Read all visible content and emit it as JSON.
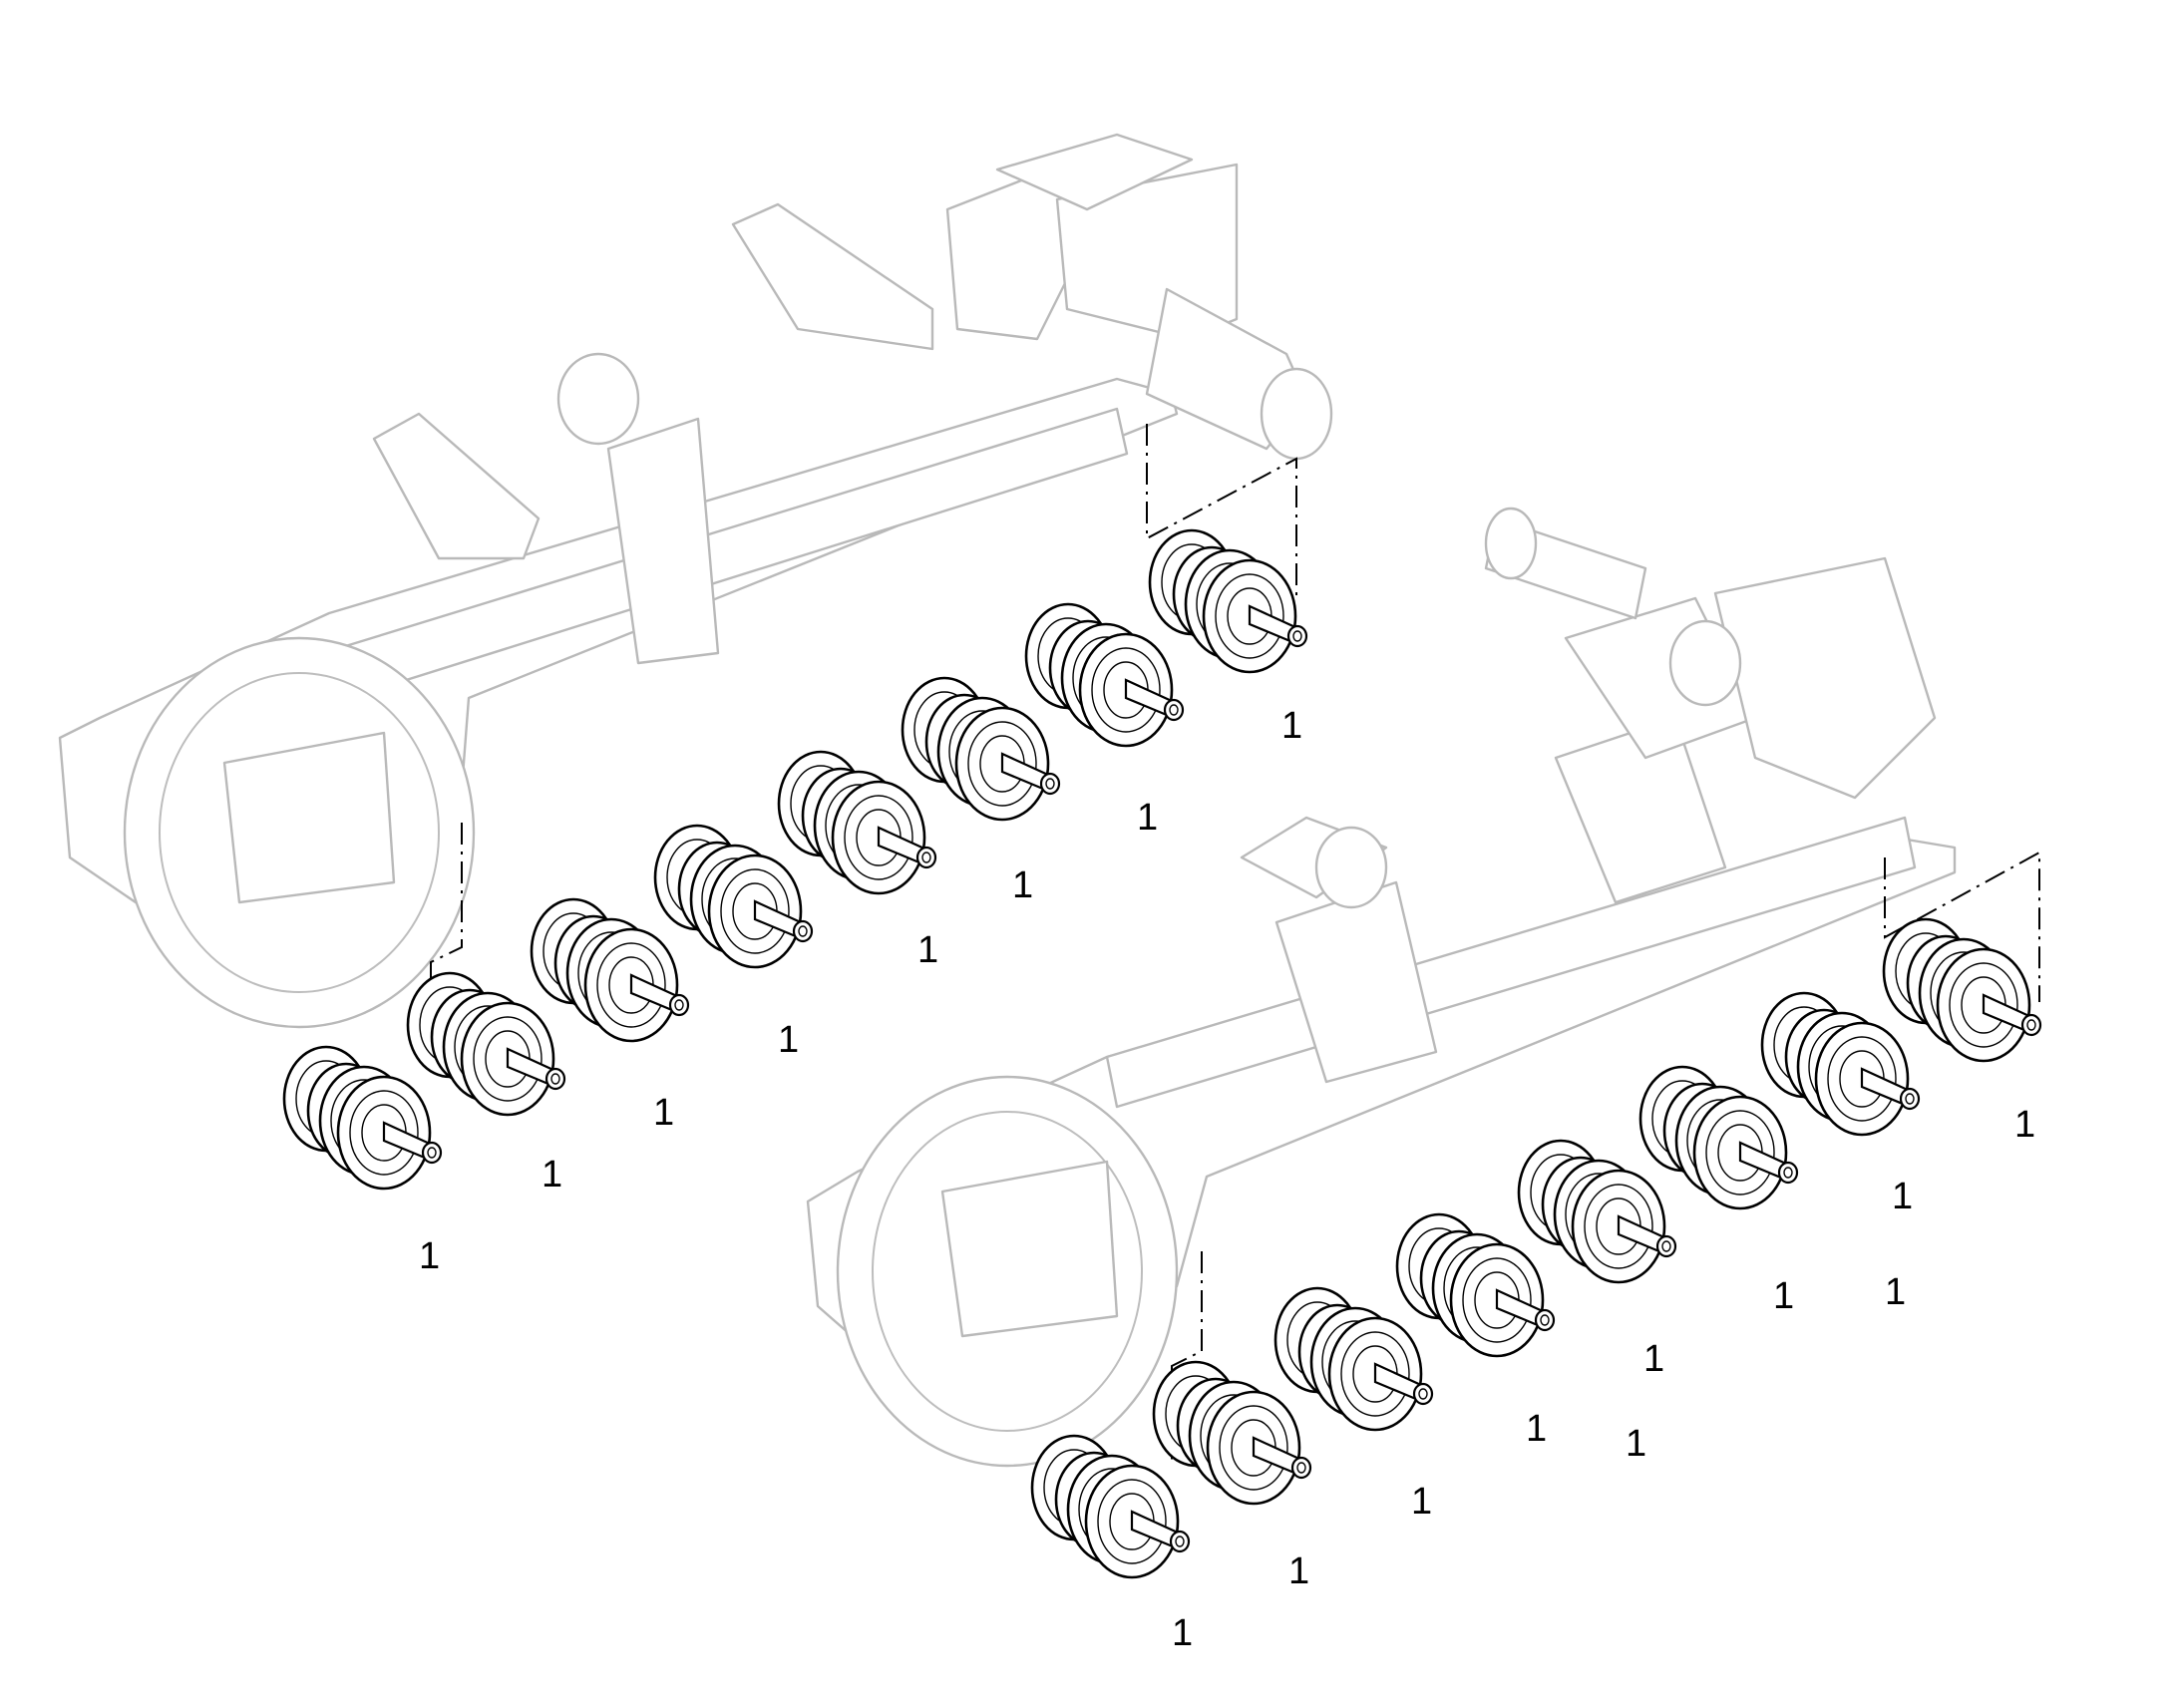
{
  "callouts": [
    {
      "label": "1"
    },
    {
      "label": "1"
    },
    {
      "label": "1"
    },
    {
      "label": "1"
    },
    {
      "label": "1"
    },
    {
      "label": "1"
    },
    {
      "label": "1"
    },
    {
      "label": "1"
    },
    {
      "label": "1"
    },
    {
      "label": "1"
    },
    {
      "label": "1"
    },
    {
      "label": "1"
    },
    {
      "label": "1"
    },
    {
      "label": "1"
    },
    {
      "label": "1"
    },
    {
      "label": "1"
    },
    {
      "label": "1"
    },
    {
      "label": "1"
    }
  ],
  "colors": {
    "frame_line": "#b9b9b9",
    "roller_line": "#000000",
    "background": "#ffffff"
  }
}
